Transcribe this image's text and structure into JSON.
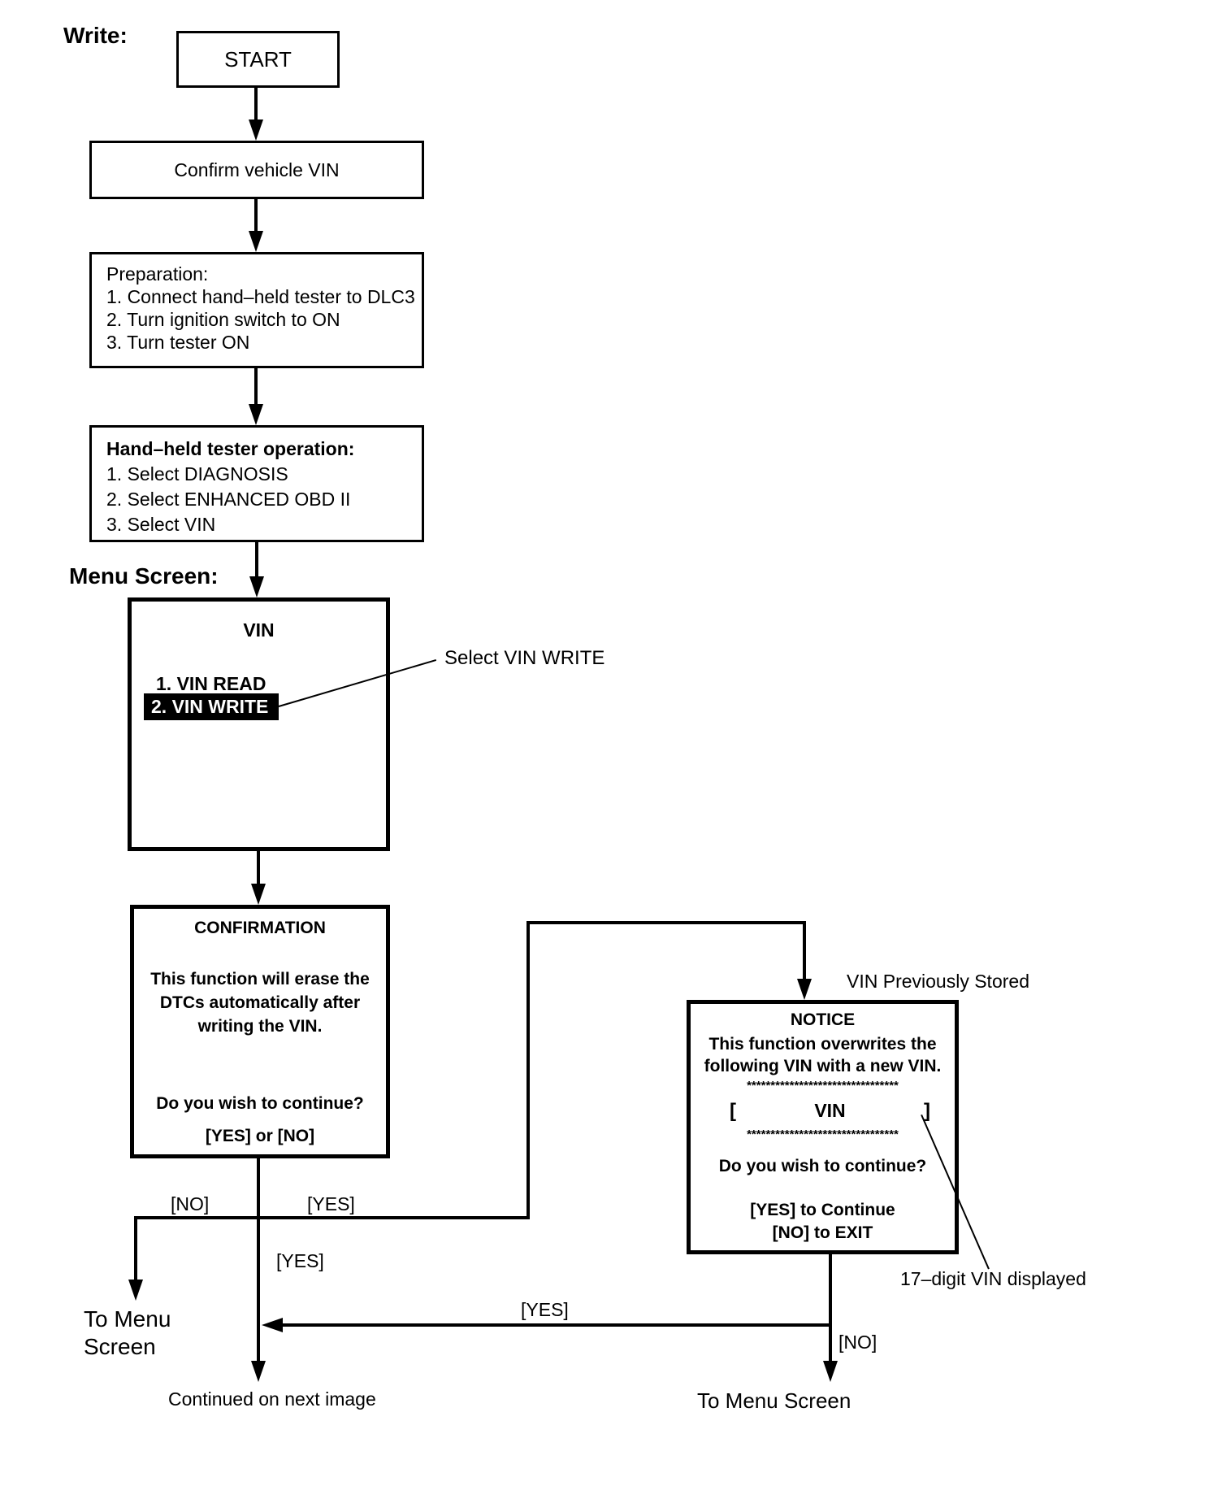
{
  "labels": {
    "write": "Write:",
    "menu_screen": "Menu Screen:"
  },
  "flow": {
    "start": "START",
    "confirm_vin": "Confirm vehicle VIN",
    "preparation": {
      "title": "Preparation:",
      "items": [
        "1. Connect hand–held tester to DLC3",
        "2. Turn ignition switch to ON",
        "3. Turn tester ON"
      ]
    },
    "tester_operation": {
      "title": "Hand–held tester operation:",
      "items": [
        "1. Select DIAGNOSIS",
        "2. Select ENHANCED OBD II",
        "3. Select VIN"
      ]
    },
    "vin_menu": {
      "title": "VIN",
      "read_item": "1. VIN READ",
      "write_item": "2. VIN WRITE",
      "callout": "Select VIN WRITE"
    },
    "confirmation": {
      "title": "CONFIRMATION",
      "body": [
        "This function will erase the",
        "DTCs automatically after",
        "writing the VIN."
      ],
      "question": "Do you wish to continue?",
      "options": "[YES] or [NO]"
    },
    "notice": {
      "header": "VIN Previously Stored",
      "title": "NOTICE",
      "body": [
        "This function overwrites the",
        "following VIN with a new VIN."
      ],
      "asterisks": "********************************",
      "bracket_open": "[",
      "vin_label": "VIN",
      "bracket_close": "]",
      "question": "Do you wish to continue?",
      "yes_action": "[YES] to Continue",
      "no_action": "[NO] to EXIT",
      "vin_callout": "17–digit VIN displayed"
    }
  },
  "branches": {
    "confirmation_no": "[NO]",
    "confirmation_yes_right": "[YES]",
    "confirmation_yes_down": "[YES]",
    "notice_yes": "[YES]",
    "notice_no": "[NO]"
  },
  "terminals": {
    "to_menu_left_line1": "To Menu",
    "to_menu_left_line2": "Screen",
    "continued": "Continued on next image",
    "to_menu_right": "To Menu Screen"
  },
  "colors": {
    "ink": "#000000",
    "paper": "#ffffff",
    "highlight_bg": "#000000",
    "highlight_text": "#ffffff"
  }
}
